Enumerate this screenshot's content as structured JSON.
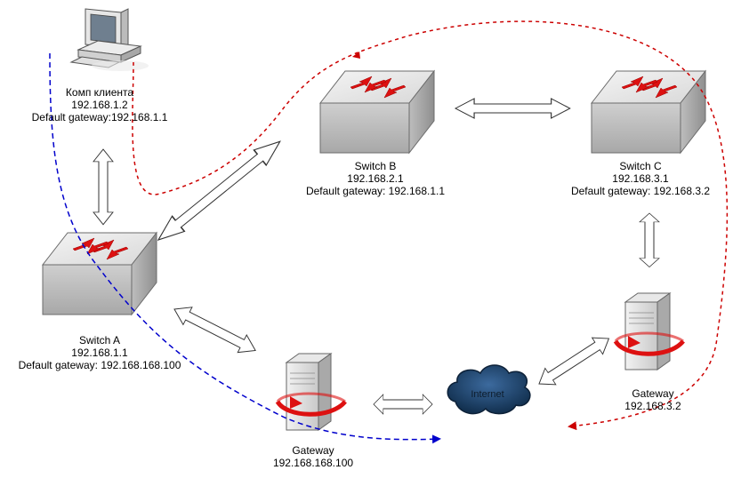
{
  "client_pc": {
    "name": "Комп клиента",
    "ip": "192.168.1.2",
    "gateway": "Default gateway:192.168.1.1"
  },
  "switch_a": {
    "name": "Switch A",
    "ip": "192.168.1.1",
    "gateway": "Default gateway: 192.168.168.100"
  },
  "switch_b": {
    "name": "Switch B",
    "ip": "192.168.2.1",
    "gateway": "Default gateway: 192.168.1.1"
  },
  "switch_c": {
    "name": "Switch C",
    "ip": "192.168.3.1",
    "gateway": "Default gateway: 192.168.3.2"
  },
  "gateway_main": {
    "name": "Gateway",
    "ip": "192.168.168.100"
  },
  "gateway_c": {
    "name": "Gateway",
    "ip": "192.168.3.2"
  },
  "internet": {
    "label": "Internet"
  },
  "colors": {
    "path_red": "#cc0000",
    "path_blue": "#0000cc",
    "arrow_red": "#dd1111",
    "cloud": "#1a3f6b"
  }
}
